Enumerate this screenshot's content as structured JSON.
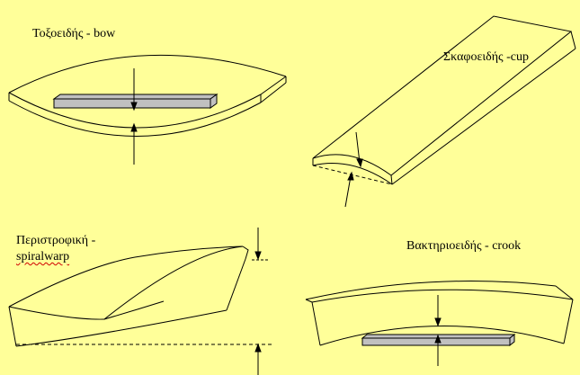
{
  "labels": {
    "bow": "Τοξοειδής - bow",
    "cup": "Σκαφοειδής -cup",
    "spiral_line1": "Περιστροφική -",
    "spiral_line2": "spiralwarp",
    "crook": "Βακτηριοειδής - crook"
  },
  "colors": {
    "background": "#FFFF99",
    "stroke": "#000000",
    "ruler_fill": "#C0C0C0",
    "spellcheck_underline": "#D00000"
  }
}
